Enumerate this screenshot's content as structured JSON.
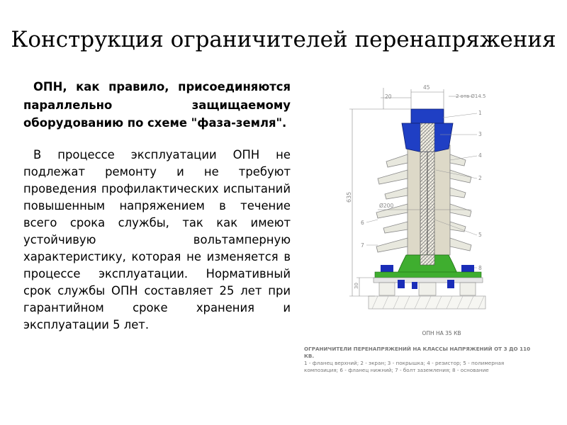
{
  "slide": {
    "title": "Конструкция ограничителей перенапряжения",
    "paragraph_1": "ОПН, как правило, присоединяются параллельно защищаемому оборудованию по схеме \"фаза-земля\".",
    "paragraph_2": "В процессе эксплуатации ОПН не подлежат ремонту и не требуют проведения профилактических испытаний повышенным напряжением в течение всего срока службы, так как имеют устойчивую вольтамперную характеристику, которая не изменяется в процессе эксплуатации. Нормативный срок службы ОПН составляет 25 лет при гарантийном сроке хранения и эксплуатации 5 лет."
  },
  "figure": {
    "dimensions": {
      "top_width": "45",
      "holes": "2 отв Ø14.5",
      "cap_height": "20",
      "total_height": "635",
      "shed_diameter": "Ø200",
      "base_height": "30"
    },
    "callouts": [
      "1",
      "3",
      "4",
      "2",
      "5",
      "6",
      "7",
      "8"
    ],
    "title": "ОПН НА 35 КВ",
    "caption_head": "ОГРАНИЧИТЕЛИ ПЕРЕНАПРЯЖЕНИЙ НА КЛАССЫ НАПРЯЖЕНИЙ ОТ 3 ДО 110 КВ.",
    "caption_body": "1 - фланец верхний; 2 - экран; 3 - покрышка; 4 - резистор; 5 - полимерная композиция; 6 - фланец нижний; 7 - болт заземления; 8 - основание"
  },
  "colors": {
    "flange_top": "#1f3fc4",
    "shed": "#e8e8de",
    "base_green": "#3fae2f",
    "stand_blue": "#1a2db8",
    "dimension": "#888888"
  }
}
